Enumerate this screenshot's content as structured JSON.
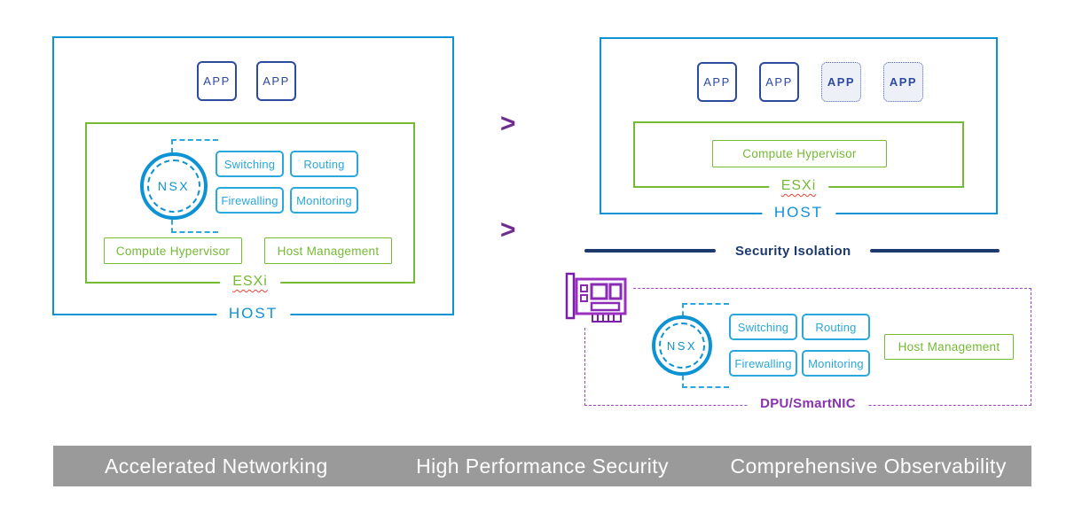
{
  "palette": {
    "host_blue": "#0d92d4",
    "service_cyan": "#2aa7dc",
    "app_navy": "#2c4a9e",
    "esxi_green": "#74ba33",
    "nic_purple": "#8a2ab5",
    "chevron_purple": "#6d2e91",
    "security_navy": "#1d3a6e",
    "banner_gray": "#9a9a9a"
  },
  "left_host": {
    "host_label": "HOST",
    "apps": [
      "APP",
      "APP"
    ],
    "esxi_label": "ESXi",
    "nsx_label": "NSX",
    "services": [
      "Switching",
      "Routing",
      "Firewalling",
      "Monitoring"
    ],
    "compute_hypervisor": "Compute Hypervisor",
    "host_management": "Host Management"
  },
  "transition": {
    "chevron": ">"
  },
  "right_host": {
    "host_label": "HOST",
    "apps": [
      "APP",
      "APP",
      "APP",
      "APP"
    ],
    "esxi_label": "ESXi",
    "compute_hypervisor": "Compute Hypervisor"
  },
  "security_isolation_label": "Security Isolation",
  "dpu": {
    "label": "DPU/SmartNIC",
    "nic_icon": "network-card-icon",
    "nsx_label": "NSX",
    "services": [
      "Switching",
      "Routing",
      "Firewalling",
      "Monitoring"
    ],
    "host_management": "Host Management"
  },
  "footer_banner": {
    "items": [
      "Accelerated Networking",
      "High Performance Security",
      "Comprehensive Observability"
    ]
  }
}
